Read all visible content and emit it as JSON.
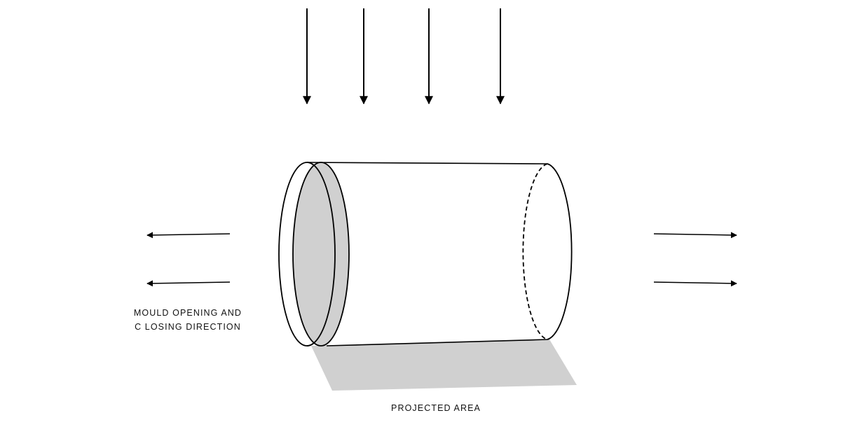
{
  "labels": {
    "mould_direction_line1": "MOULD OPENING AND",
    "mould_direction_line2": "C LOSING DIRECTION",
    "projected_area": "PROJECTED AREA"
  },
  "colors": {
    "stroke": "#000000",
    "shaded_fill": "#d0d0d0",
    "background": "#ffffff"
  }
}
